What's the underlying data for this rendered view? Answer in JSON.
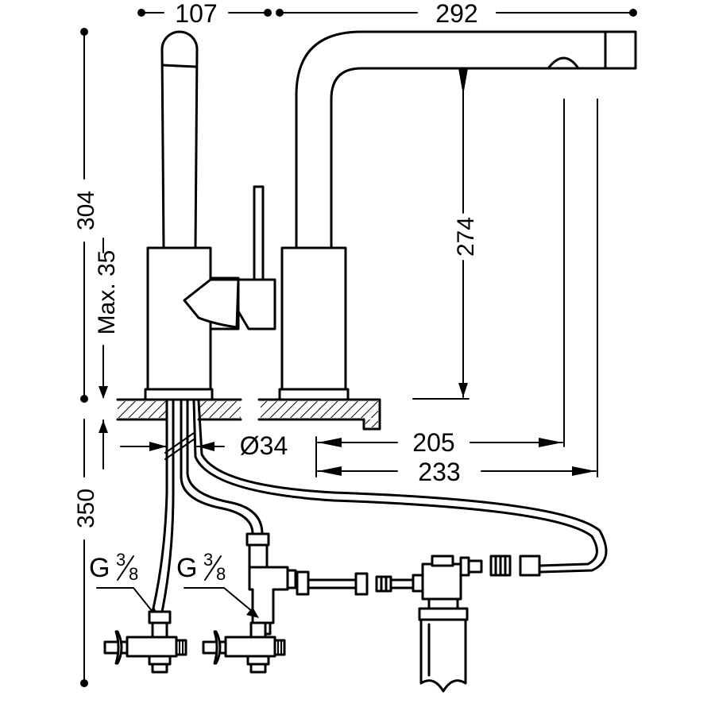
{
  "dimensions": {
    "top_left_width": "107",
    "top_right_width": "292",
    "total_height": "304",
    "max_deck_thickness": "Max. 35",
    "spout_height": "274",
    "hole_diameter": "Ø34",
    "spout_reach_inner": "205",
    "spout_reach_outer": "233",
    "hose_length": "350"
  },
  "connections": {
    "left_thread_main": "G",
    "left_thread_num": "3",
    "left_thread_den": "8",
    "right_thread_main": "G",
    "right_thread_num": "3",
    "right_thread_den": "8"
  }
}
